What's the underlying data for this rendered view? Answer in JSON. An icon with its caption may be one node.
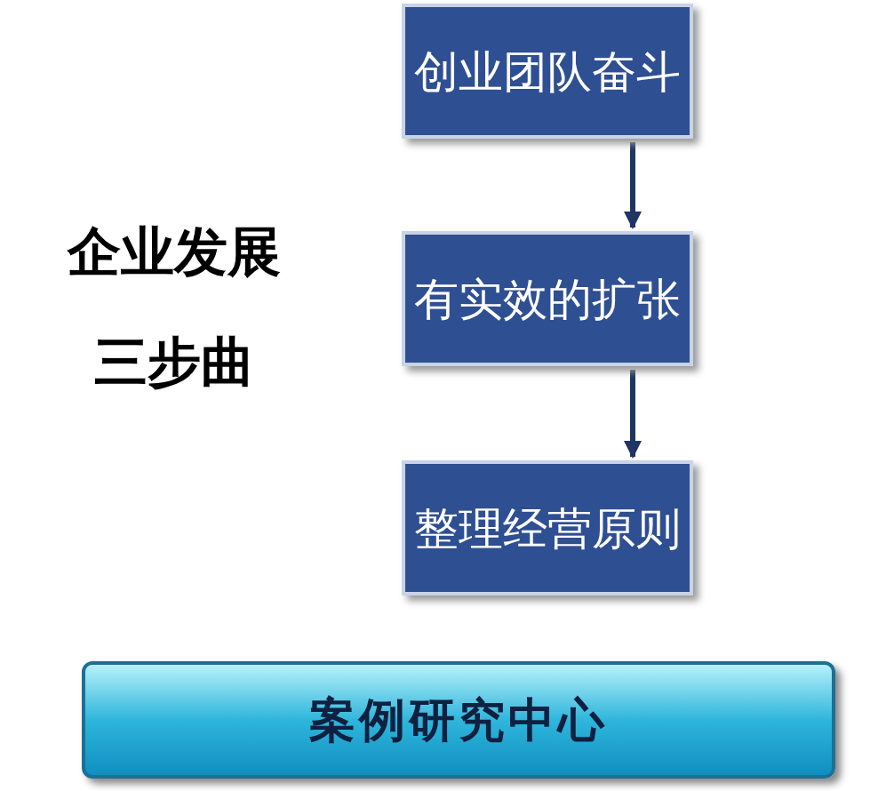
{
  "diagram": {
    "title": "企业发展三步曲",
    "nodes": [
      {
        "text": [
          "创业团队奋斗"
        ]
      },
      {
        "text": [
          "有实效的扩张"
        ]
      },
      {
        "text": [
          "整理经营原则"
        ]
      },
      {
        "text": [
          "案例研究中心"
        ]
      }
    ],
    "edges": [
      {
        "from": 0,
        "to": 1,
        "arrow": "to"
      },
      {
        "from": 1,
        "to": 2,
        "arrow": "to"
      }
    ]
  }
}
